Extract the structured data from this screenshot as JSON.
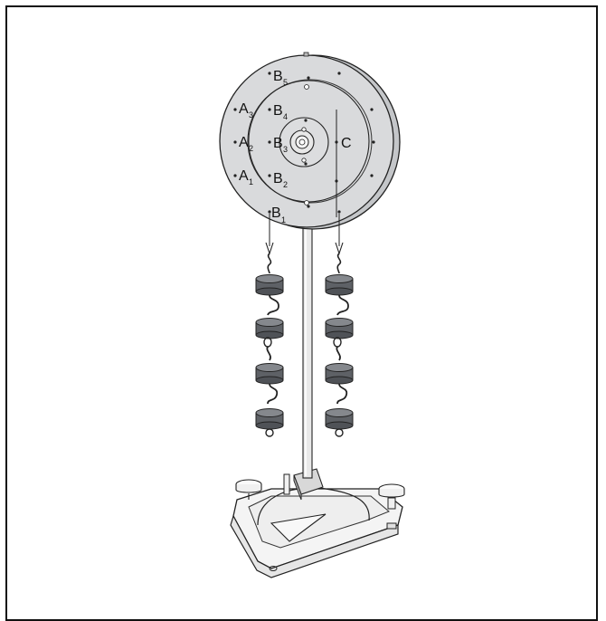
{
  "labels": {
    "A": "A",
    "B": "B",
    "C": "C",
    "sub1": "1",
    "sub2": "2",
    "sub3": "3",
    "sub4": "4",
    "sub5": "5"
  },
  "colors": {
    "disk": "#d6d7d9",
    "disk_edge": "#b8b9bc",
    "weight": "#5a5d62",
    "weight_top": "#7c7f84",
    "base": "#f2f2f2",
    "outline": "#222222"
  }
}
